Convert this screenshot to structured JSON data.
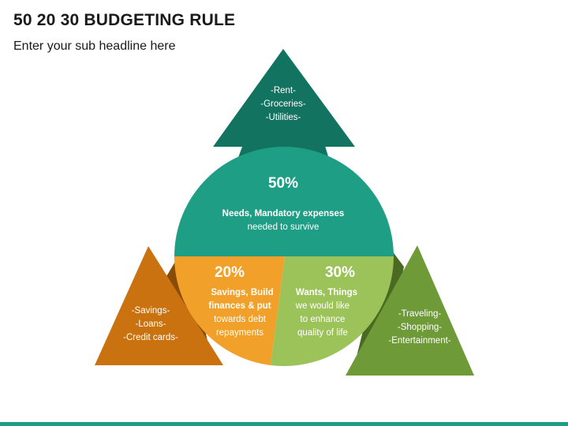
{
  "title": "50 20 30 BUDGETING RULE",
  "subtitle": "Enter your sub headline here",
  "colors": {
    "needs": "#1f9e86",
    "needs_dark": "#117360",
    "savings": "#f1a02a",
    "savings_dark": "#c9720f",
    "savings_shadow": "#8a4a08",
    "wants": "#9cc35a",
    "wants_dark": "#6e9a38",
    "wants_shadow": "#4a6a22",
    "bar": "#1f9e86"
  },
  "needs": {
    "percent": "50%",
    "line1": "Needs, Mandatory expenses",
    "line2": "needed to survive",
    "items": [
      "-Rent-",
      "-Groceries-",
      "-Utilities-"
    ]
  },
  "savings": {
    "percent": "20%",
    "lines": [
      "Savings, Build",
      "finances & put",
      "towards debt",
      "repayments"
    ],
    "items": [
      "-Savings-",
      "-Loans-",
      "-Credit cards-"
    ]
  },
  "wants": {
    "percent": "30%",
    "lines": [
      "Wants, Things",
      "we would like",
      "to enhance",
      "quality of life"
    ],
    "items": [
      "-Traveling-",
      "-Shopping-",
      "-Entertainment-"
    ]
  }
}
